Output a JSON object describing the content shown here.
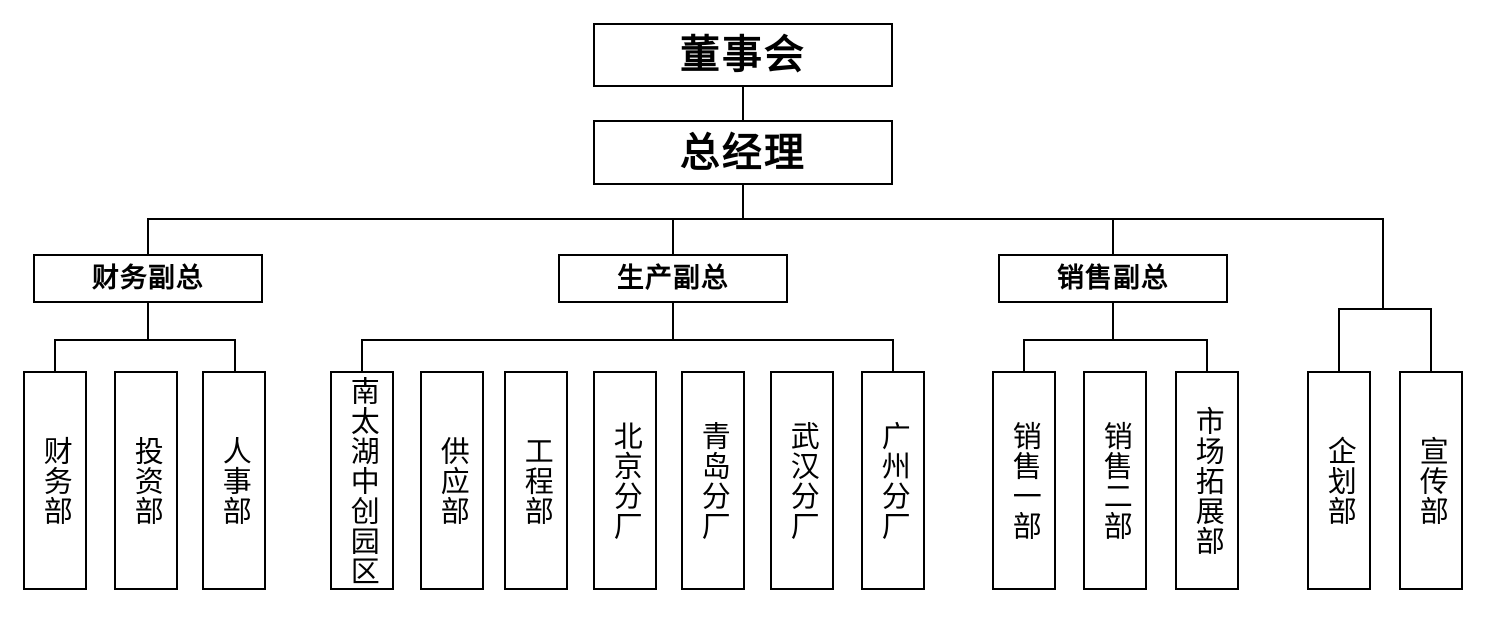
{
  "diagram": {
    "type": "org-chart",
    "root": "董事会",
    "level2": "总经理",
    "branches": [
      {
        "label": "财务副总",
        "children": [
          "财务部",
          "投资部",
          "人事部"
        ]
      },
      {
        "label": "生产副总",
        "children": [
          "南太湖中创园区",
          "供应部",
          "工程部",
          "北京分厂",
          "青岛分厂",
          "武汉分厂",
          "广州分厂"
        ]
      },
      {
        "label": "销售副总",
        "children": [
          "销售一部",
          "销售二部",
          "市场拓展部"
        ]
      }
    ],
    "direct_departments": [
      "企划部",
      "宣传部"
    ]
  },
  "colors": {
    "background": "#ffffff",
    "line": "#000000",
    "box_border": "#000000",
    "text": "#000000"
  }
}
